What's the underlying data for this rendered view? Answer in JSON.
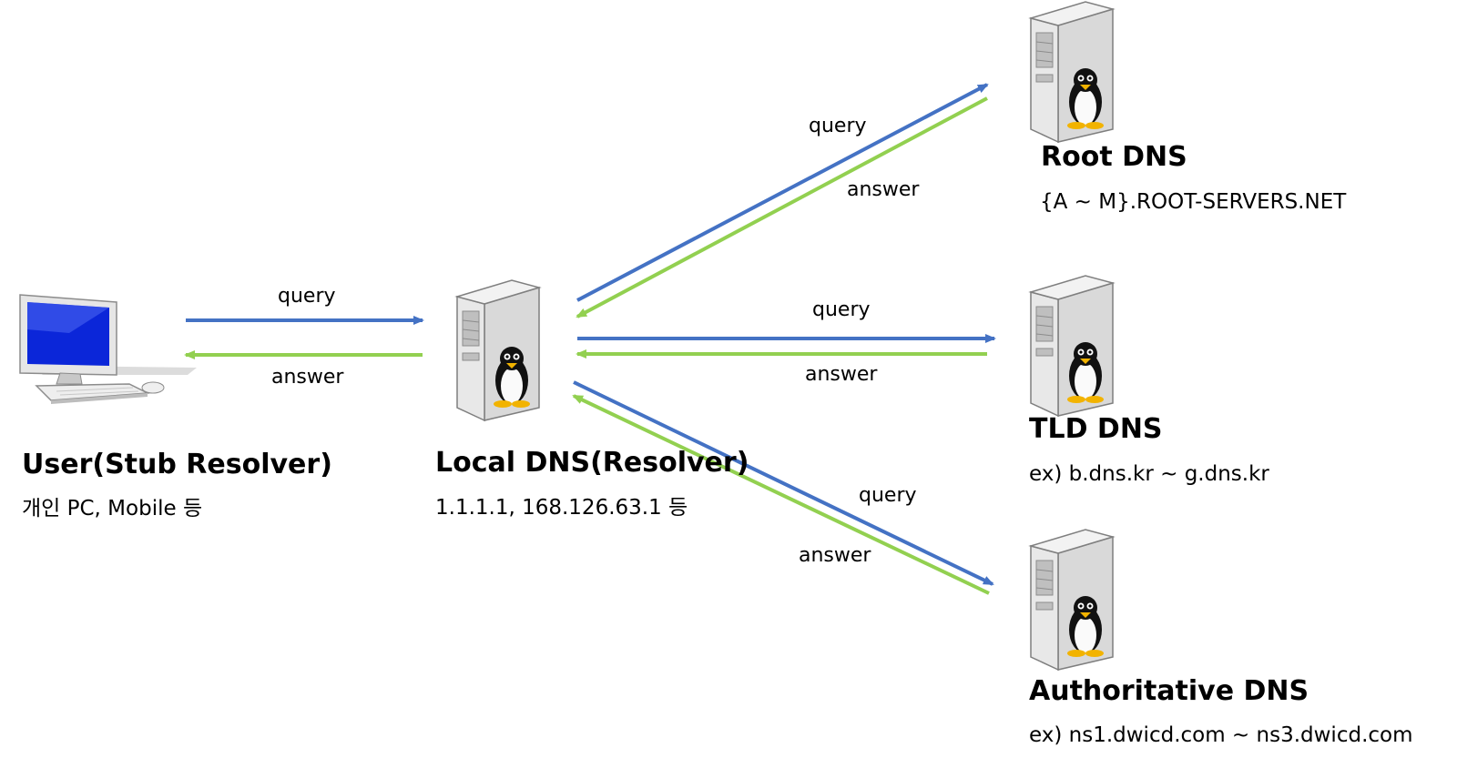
{
  "colors": {
    "query": "#4472c4",
    "answer": "#92d050"
  },
  "nodes": {
    "user": {
      "title": "User(Stub Resolver)",
      "subtitle": "개인 PC, Mobile 등",
      "icon": "desktop-computer-icon"
    },
    "local": {
      "title": "Local DNS(Resolver)",
      "subtitle": "1.1.1.1, 168.126.63.1 등",
      "icon": "linux-server-icon"
    },
    "root": {
      "title": "Root DNS",
      "subtitle": "{A ~ M}.ROOT-SERVERS.NET",
      "icon": "linux-server-icon"
    },
    "tld": {
      "title": "TLD DNS",
      "subtitle": "ex) b.dns.kr ~ g.dns.kr",
      "icon": "linux-server-icon"
    },
    "auth": {
      "title": "Authoritative DNS",
      "subtitle": "ex) ns1.dwicd.com ~ ns3.dwicd.com",
      "icon": "linux-server-icon"
    }
  },
  "edges": {
    "user_local": {
      "query": "query",
      "answer": "answer"
    },
    "local_root": {
      "query": "query",
      "answer": "answer"
    },
    "local_tld": {
      "query": "query",
      "answer": "answer"
    },
    "local_auth": {
      "query": "query",
      "answer": "answer"
    }
  }
}
